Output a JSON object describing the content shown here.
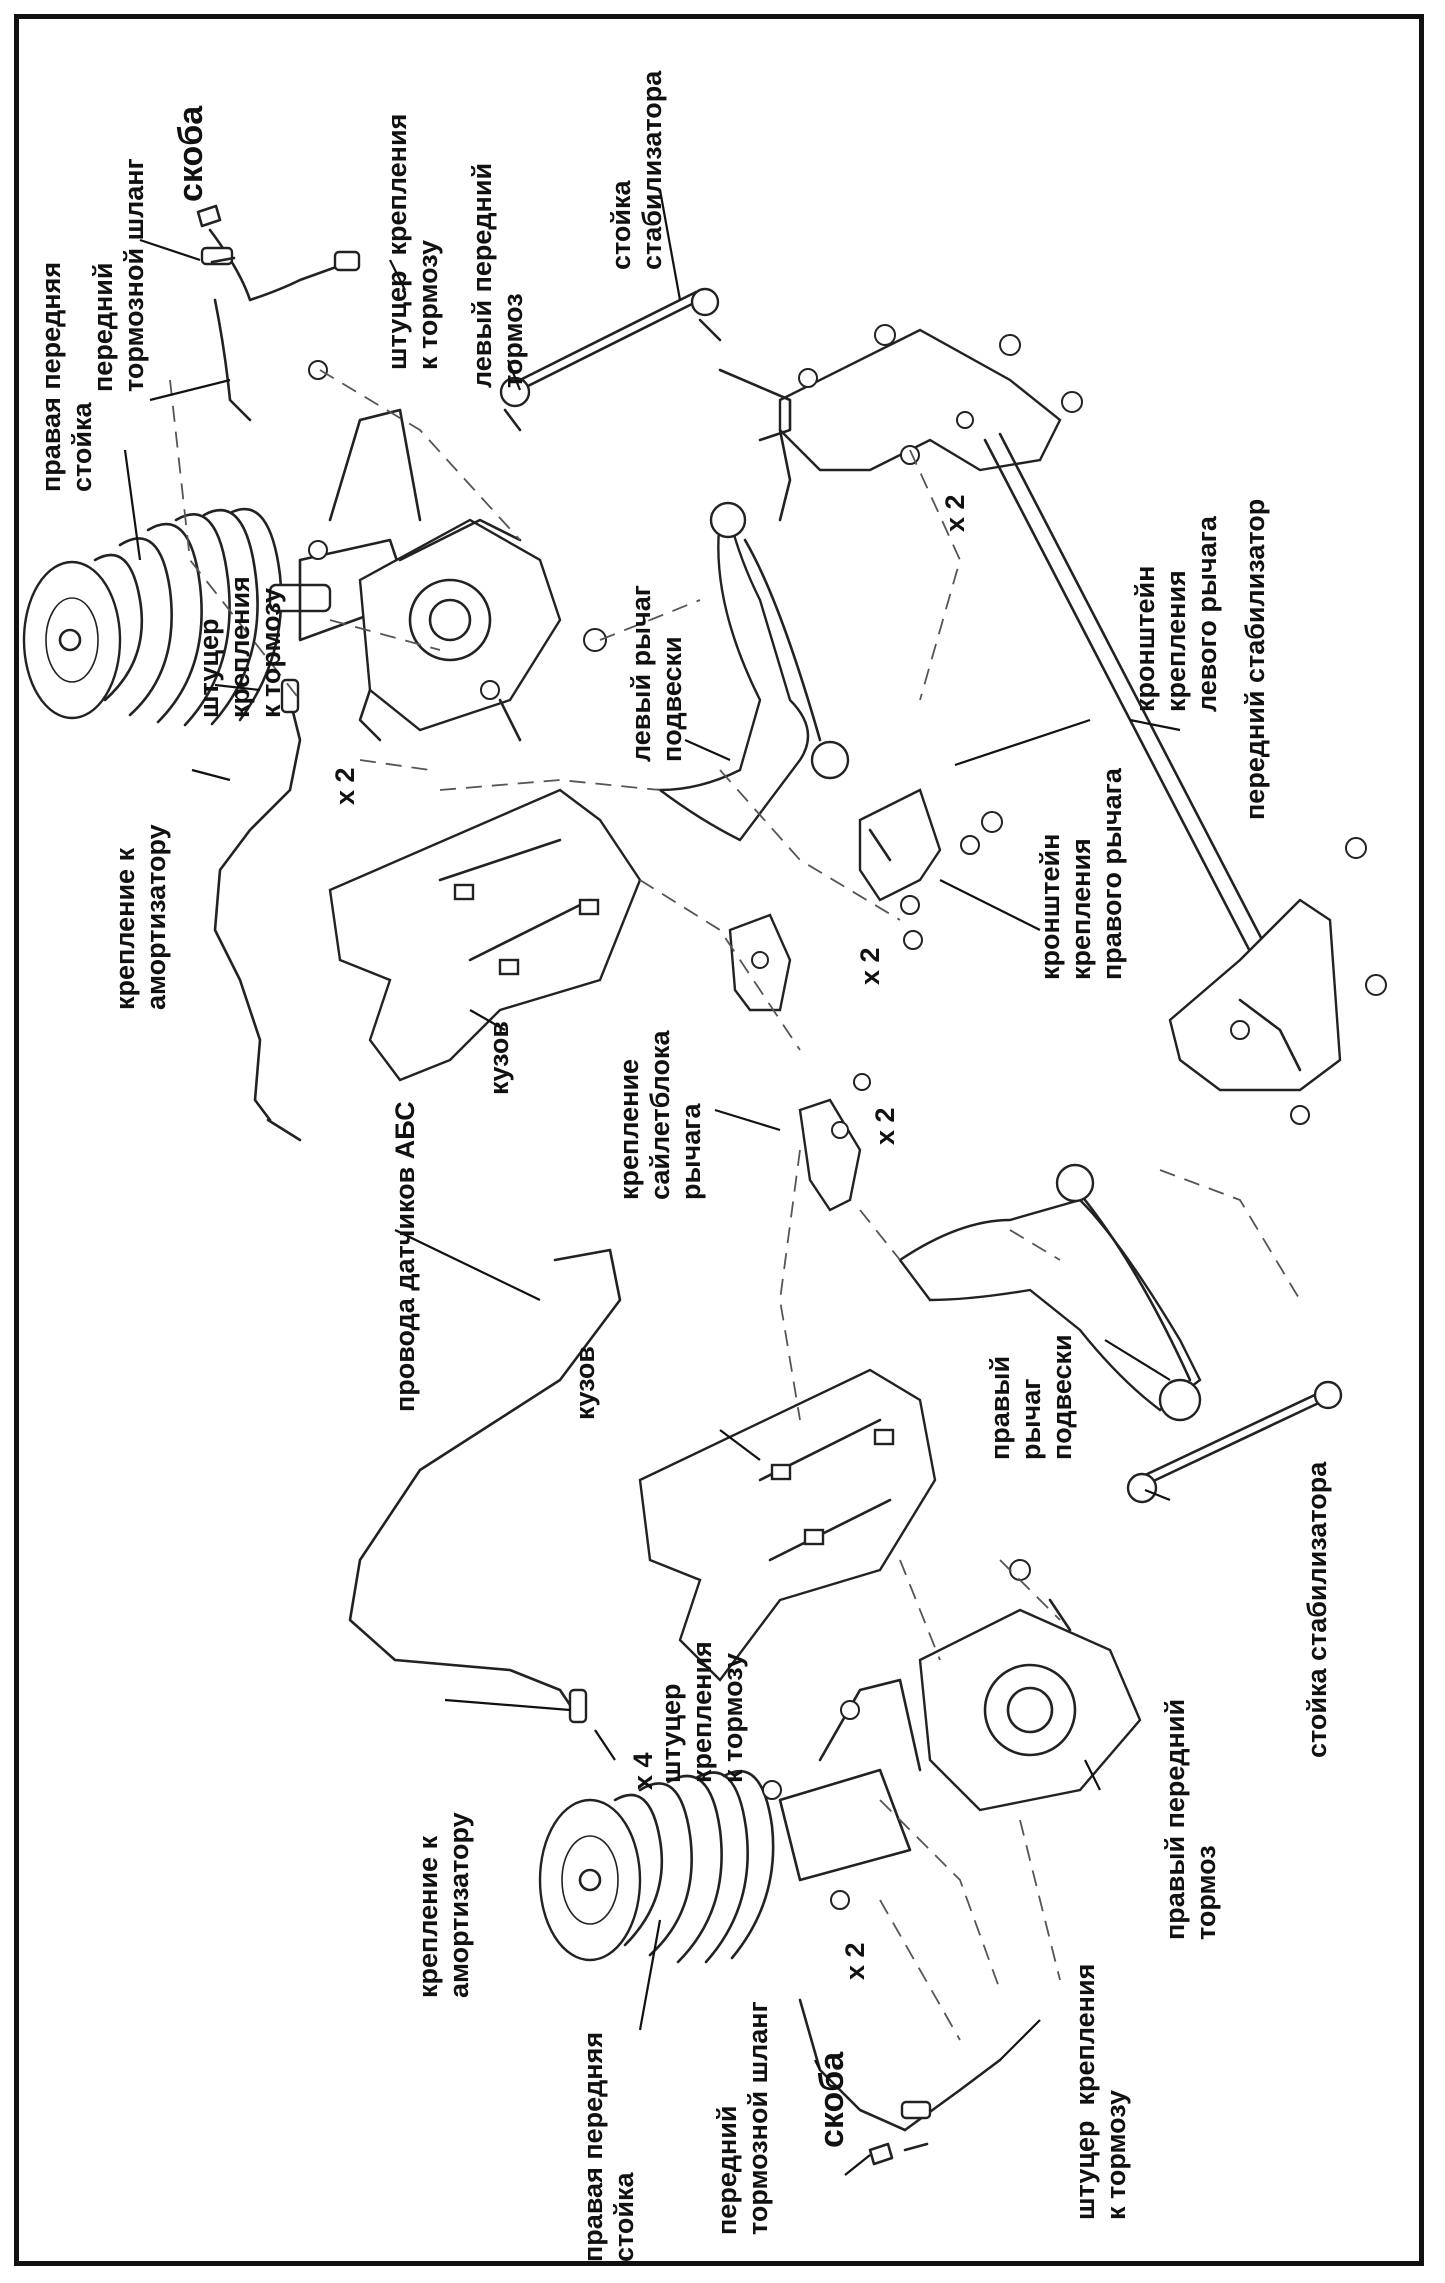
{
  "labels": {
    "skoba_top": "скоба",
    "hose_top": "передний\nтормозной шланг",
    "strut_top": "правая передняя\nстойка",
    "fitting_top": "штуцер  крепления\nк тормозу",
    "left_brake": "левый передний\nтормоз",
    "stab_link_top": "стойка\nстабилизатора",
    "left_bracket": "кронштейн\nкрепления\nлевого рычага",
    "front_stabilizer": "передний стабилизатор",
    "fitting_mid": "штуцер\nкрепления\nк тормозу",
    "mount_shock_top": "крепление к\nамортизатору",
    "left_arm": "левый рычаг\nподвески",
    "x2_left": "x 2",
    "x2_top": "x 2",
    "body_top": "кузов",
    "right_bracket": "кронштейн\nкрепления\nправого рычага",
    "x2_center": "x 2",
    "x2_right_mid": "x 2",
    "silent_block": "крепление\nсайлетблока\nрычага",
    "abs_wires": "провода датчиков АБС",
    "body_bottom": "кузов",
    "right_arm": "правый\nрычаг\nподвески",
    "stab_link_bottom": "стойка стабилизатора",
    "mount_shock_bottom": "крепление к\nамортизатору",
    "fitting_bottom_left": "штуцер\nкрепления\nк тормозу",
    "x4": "x 4",
    "right_brake": "правый передний\nтормоз",
    "strut_bottom": "правая передняя\nстойка",
    "hose_bottom": "передний\nтормозной шланг",
    "skoba_bottom": "скоба",
    "fitting_bottom_right": "штуцер  крепления\nк тормозу",
    "x2_bottom": "x 2"
  }
}
